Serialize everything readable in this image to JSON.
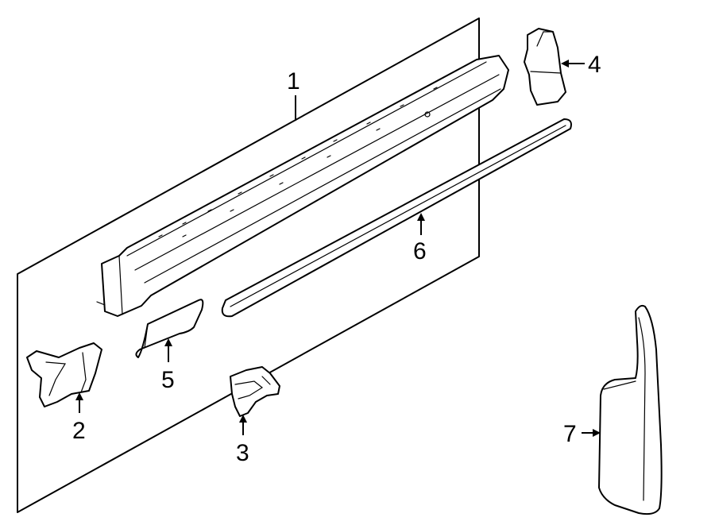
{
  "callouts": {
    "c1": "1",
    "c2": "2",
    "c3": "3",
    "c4": "4",
    "c5": "5",
    "c6": "6",
    "c7": "7"
  },
  "parts": [
    {
      "ref": "1",
      "icon": "rocker-panel-molding"
    },
    {
      "ref": "2",
      "icon": "molding-end-cap-front"
    },
    {
      "ref": "3",
      "icon": "molding-clip"
    },
    {
      "ref": "4",
      "icon": "molding-end-cap-rear"
    },
    {
      "ref": "5",
      "icon": "splash-guard-extension"
    },
    {
      "ref": "6",
      "icon": "body-side-molding-strip"
    },
    {
      "ref": "7",
      "icon": "mud-flap"
    }
  ]
}
